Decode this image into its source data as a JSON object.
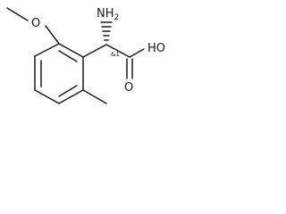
{
  "molecule": {
    "atoms": {
      "oxygen_methoxy": "O",
      "amine": "NH",
      "amine_subscript": "2",
      "hydroxyl": "HO",
      "carbonyl_oxygen": "O"
    },
    "stereo_descriptor": "&1"
  }
}
